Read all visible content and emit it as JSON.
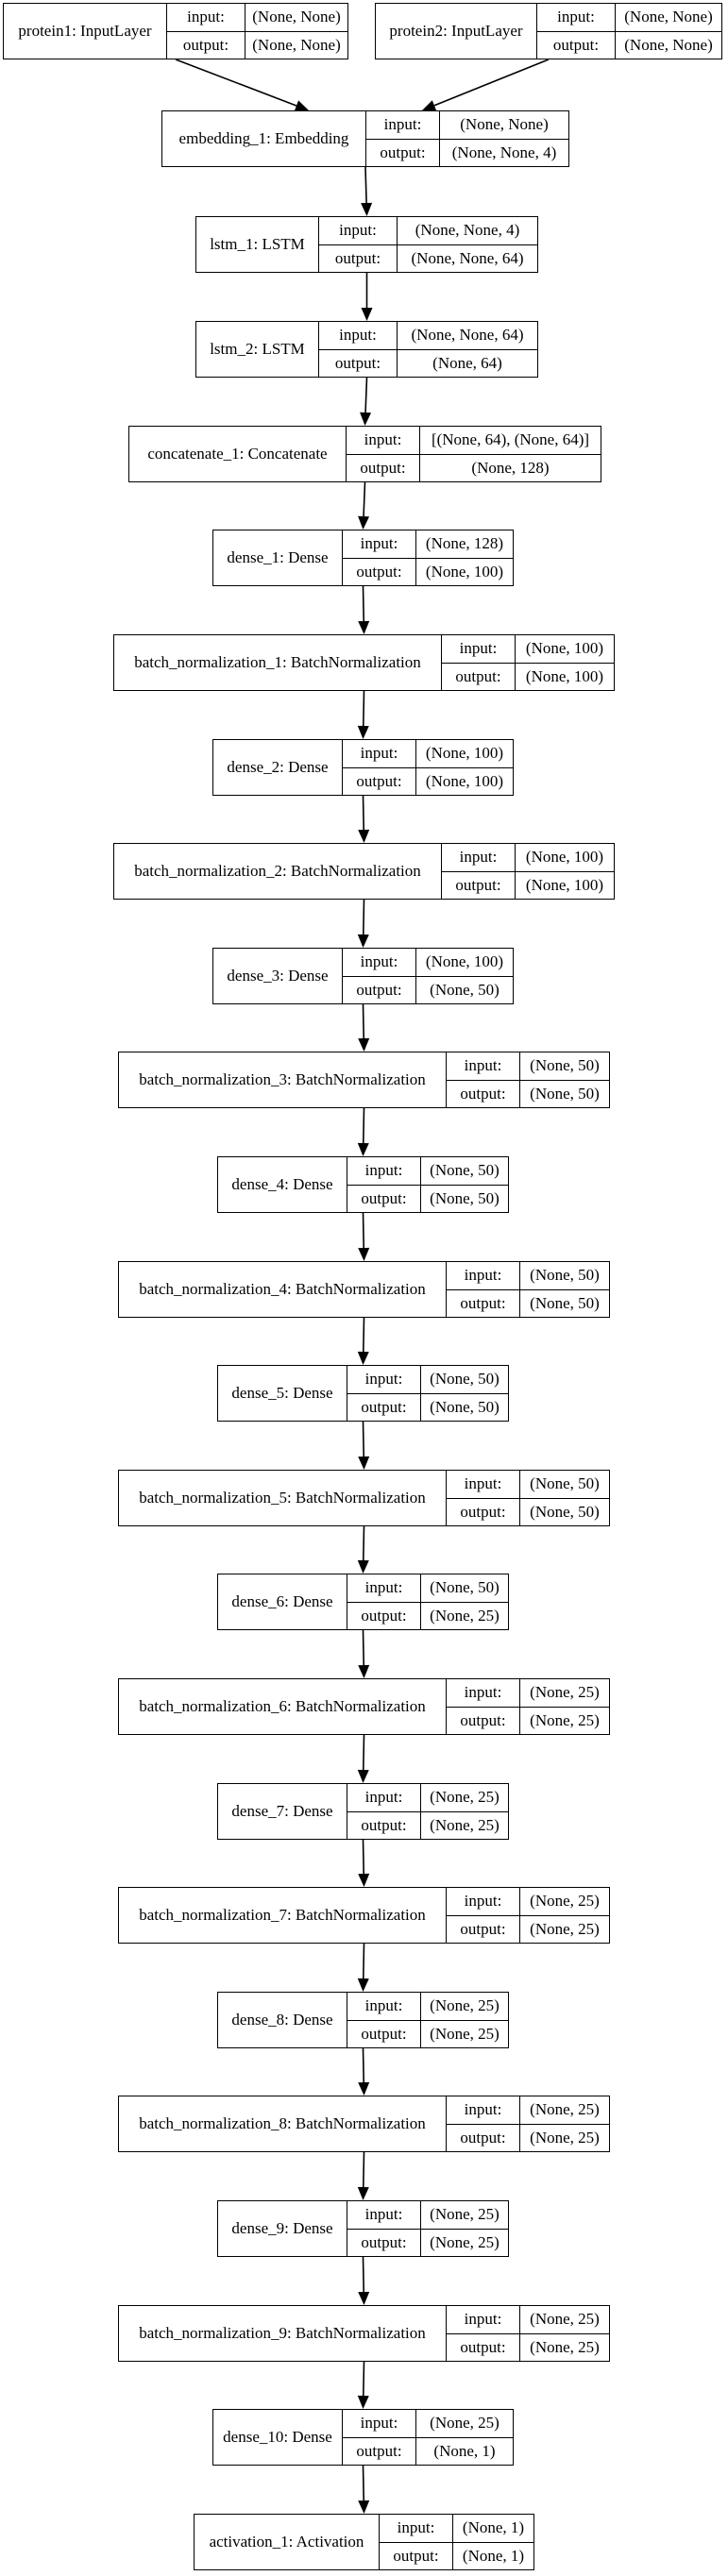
{
  "diagram": {
    "layers": [
      {
        "id": "protein1",
        "name": "protein1: InputLayer",
        "input": "(None, None)",
        "output": "(None, None)"
      },
      {
        "id": "protein2",
        "name": "protein2: InputLayer",
        "input": "(None, None)",
        "output": "(None, None)"
      },
      {
        "id": "embedding_1",
        "name": "embedding_1: Embedding",
        "input": "(None, None)",
        "output": "(None, None, 4)"
      },
      {
        "id": "lstm_1",
        "name": "lstm_1: LSTM",
        "input": "(None, None, 4)",
        "output": "(None, None, 64)"
      },
      {
        "id": "lstm_2",
        "name": "lstm_2: LSTM",
        "input": "(None, None, 64)",
        "output": "(None, 64)"
      },
      {
        "id": "concatenate_1",
        "name": "concatenate_1: Concatenate",
        "input": "[(None, 64), (None, 64)]",
        "output": "(None, 128)"
      },
      {
        "id": "dense_1",
        "name": "dense_1: Dense",
        "input": "(None, 128)",
        "output": "(None, 100)"
      },
      {
        "id": "batch_normalization_1",
        "name": "batch_normalization_1: BatchNormalization",
        "input": "(None, 100)",
        "output": "(None, 100)"
      },
      {
        "id": "dense_2",
        "name": "dense_2: Dense",
        "input": "(None, 100)",
        "output": "(None, 100)"
      },
      {
        "id": "batch_normalization_2",
        "name": "batch_normalization_2: BatchNormalization",
        "input": "(None, 100)",
        "output": "(None, 100)"
      },
      {
        "id": "dense_3",
        "name": "dense_3: Dense",
        "input": "(None, 100)",
        "output": "(None, 50)"
      },
      {
        "id": "batch_normalization_3",
        "name": "batch_normalization_3: BatchNormalization",
        "input": "(None, 50)",
        "output": "(None, 50)"
      },
      {
        "id": "dense_4",
        "name": "dense_4: Dense",
        "input": "(None, 50)",
        "output": "(None, 50)"
      },
      {
        "id": "batch_normalization_4",
        "name": "batch_normalization_4: BatchNormalization",
        "input": "(None, 50)",
        "output": "(None, 50)"
      },
      {
        "id": "dense_5",
        "name": "dense_5: Dense",
        "input": "(None, 50)",
        "output": "(None, 50)"
      },
      {
        "id": "batch_normalization_5",
        "name": "batch_normalization_5: BatchNormalization",
        "input": "(None, 50)",
        "output": "(None, 50)"
      },
      {
        "id": "dense_6",
        "name": "dense_6: Dense",
        "input": "(None, 50)",
        "output": "(None, 25)"
      },
      {
        "id": "batch_normalization_6",
        "name": "batch_normalization_6: BatchNormalization",
        "input": "(None, 25)",
        "output": "(None, 25)"
      },
      {
        "id": "dense_7",
        "name": "dense_7: Dense",
        "input": "(None, 25)",
        "output": "(None, 25)"
      },
      {
        "id": "batch_normalization_7",
        "name": "batch_normalization_7: BatchNormalization",
        "input": "(None, 25)",
        "output": "(None, 25)"
      },
      {
        "id": "dense_8",
        "name": "dense_8: Dense",
        "input": "(None, 25)",
        "output": "(None, 25)"
      },
      {
        "id": "batch_normalization_8",
        "name": "batch_normalization_8: BatchNormalization",
        "input": "(None, 25)",
        "output": "(None, 25)"
      },
      {
        "id": "dense_9",
        "name": "dense_9: Dense",
        "input": "(None, 25)",
        "output": "(None, 25)"
      },
      {
        "id": "batch_normalization_9",
        "name": "batch_normalization_9: BatchNormalization",
        "input": "(None, 25)",
        "output": "(None, 25)"
      },
      {
        "id": "dense_10",
        "name": "dense_10: Dense",
        "input": "(None, 25)",
        "output": "(None, 1)"
      },
      {
        "id": "activation_1",
        "name": "activation_1: Activation",
        "input": "(None, 1)",
        "output": "(None, 1)"
      }
    ],
    "io_labels": {
      "input": "input:",
      "output": "output:"
    },
    "edges": [
      [
        "protein1",
        "embedding_1"
      ],
      [
        "protein2",
        "embedding_1"
      ],
      [
        "embedding_1",
        "lstm_1"
      ],
      [
        "lstm_1",
        "lstm_2"
      ],
      [
        "lstm_2",
        "concatenate_1"
      ],
      [
        "concatenate_1",
        "dense_1"
      ],
      [
        "dense_1",
        "batch_normalization_1"
      ],
      [
        "batch_normalization_1",
        "dense_2"
      ],
      [
        "dense_2",
        "batch_normalization_2"
      ],
      [
        "batch_normalization_2",
        "dense_3"
      ],
      [
        "dense_3",
        "batch_normalization_3"
      ],
      [
        "batch_normalization_3",
        "dense_4"
      ],
      [
        "dense_4",
        "batch_normalization_4"
      ],
      [
        "batch_normalization_4",
        "dense_5"
      ],
      [
        "dense_5",
        "batch_normalization_5"
      ],
      [
        "batch_normalization_5",
        "dense_6"
      ],
      [
        "dense_6",
        "batch_normalization_6"
      ],
      [
        "batch_normalization_6",
        "dense_7"
      ],
      [
        "dense_7",
        "batch_normalization_7"
      ],
      [
        "batch_normalization_7",
        "dense_8"
      ],
      [
        "dense_8",
        "batch_normalization_8"
      ],
      [
        "batch_normalization_8",
        "dense_9"
      ],
      [
        "dense_9",
        "batch_normalization_9"
      ],
      [
        "batch_normalization_9",
        "dense_10"
      ],
      [
        "dense_10",
        "activation_1"
      ]
    ]
  }
}
